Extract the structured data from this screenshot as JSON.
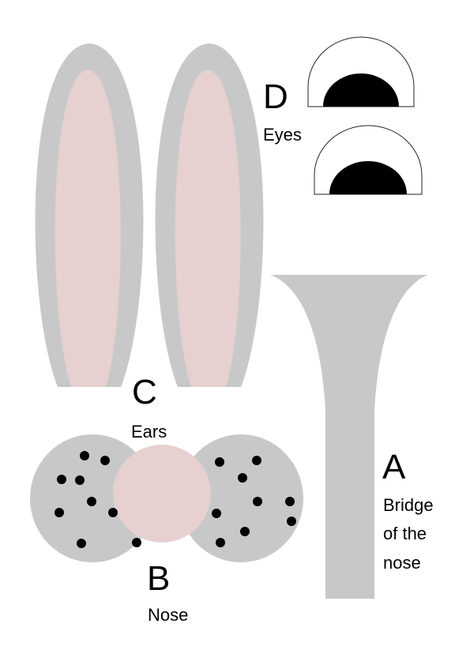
{
  "parts": {
    "a": {
      "letter": "A",
      "caption_lines": [
        "Bridge",
        "of the",
        "nose"
      ]
    },
    "b": {
      "letter": "B",
      "caption": "Nose"
    },
    "c": {
      "letter": "C",
      "caption": "Ears"
    },
    "d": {
      "letter": "D",
      "caption": "Eyes"
    }
  },
  "colors": {
    "gray": "#c8c8c8",
    "pink": "#e6d0d0",
    "black": "#000000",
    "white": "#ffffff",
    "outline": "#222222"
  }
}
